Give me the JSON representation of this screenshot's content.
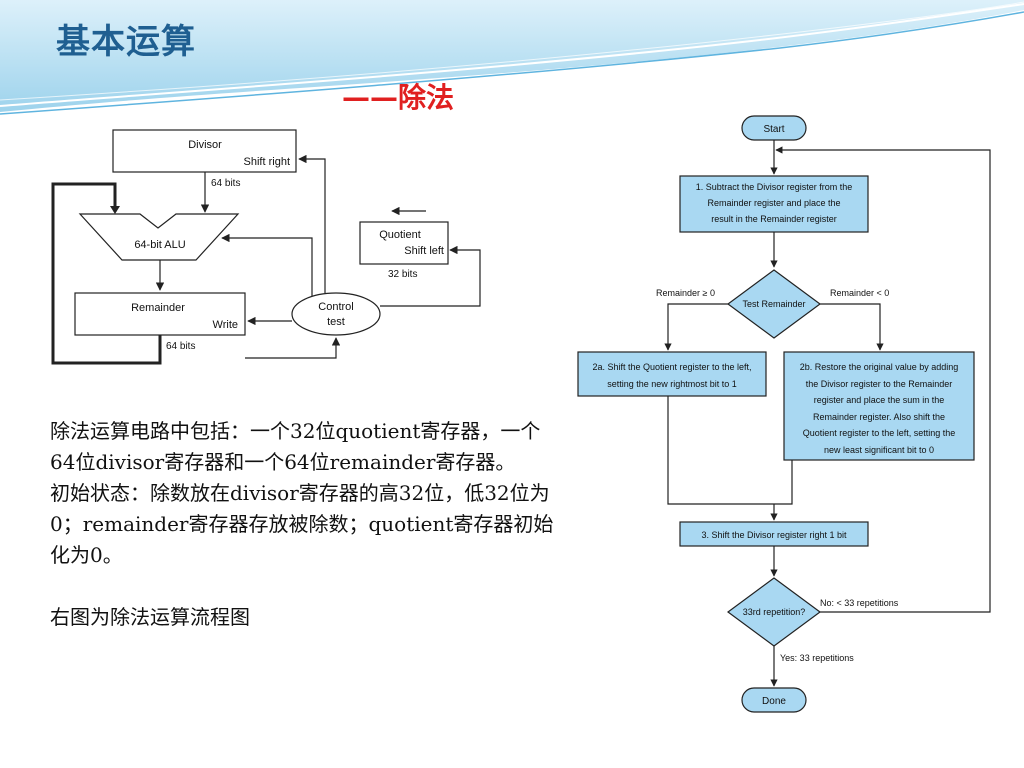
{
  "slide": {
    "title": "基本运算",
    "subtitle": "——除法",
    "paragraphs": [
      "除法运算电路中包括：一个32位quotient寄存器，一个64位divisor寄存器和一个64位remainder寄存器。",
      "初始状态：除数放在divisor寄存器的高32位，低32位为0；remainder寄存器存放被除数；quotient寄存器初始化为0。",
      "右图为除法运算流程图"
    ]
  },
  "circuit": {
    "divisor_label": "Divisor",
    "divisor_action": "Shift right",
    "divisor_bits": "64 bits",
    "alu_label": "64-bit ALU",
    "remainder_label": "Remainder",
    "remainder_action": "Write",
    "remainder_bits": "64 bits",
    "quotient_label": "Quotient",
    "quotient_action": "Shift left",
    "quotient_bits": "32 bits",
    "control_line1": "Control",
    "control_line2": "test"
  },
  "flowchart": {
    "start": "Start",
    "step1": [
      "1.  Subtract the Divisor register from the",
      "Remainder register and place the",
      "result in the Remainder register"
    ],
    "test": "Test Remainder",
    "branch_left": "Remainder ≥ 0",
    "branch_right": "Remainder < 0",
    "step2a": [
      "2a.  Shift the Quotient register to the left,",
      "setting the new rightmost bit to 1"
    ],
    "step2b": [
      "2b.  Restore the original value by adding",
      "the Divisor register to the Remainder",
      "register and place the sum in the",
      "Remainder register. Also shift the",
      "Quotient register to the left, setting the",
      "new least significant bit to 0"
    ],
    "step3": "3.  Shift the Divisor register right 1 bit",
    "repeat_question": "33rd repetition?",
    "no_label": "No:  < 33 repetitions",
    "yes_label": "Yes:  33 repetitions",
    "done": "Done"
  },
  "colors": {
    "title": "#1f5f91",
    "subtitle": "#e02020",
    "flow_fill": "#a9d8f2",
    "header_wave": "#7cc3e6"
  }
}
